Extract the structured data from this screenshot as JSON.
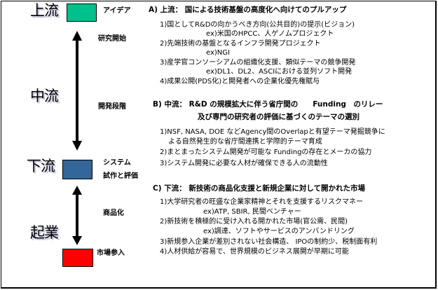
{
  "stages": {
    "upstream": "上流",
    "midstream": "中流",
    "downstream": "下流",
    "startup": "起業"
  },
  "flow_labels": {
    "idea": "アイデア",
    "research_start": "研究開始",
    "development_stage": "開発段階",
    "system": "システム",
    "prototype_eval": "試作と評価",
    "commercialization": "商品化",
    "market_entry": "市場参入"
  },
  "colors": {
    "idea": "#00c08c",
    "system": "#336699",
    "market": "#ff0000"
  },
  "section_a": {
    "heading": "A) 上流： 国による技術基盤の高度化へ向けてのプルアップ",
    "lines": [
      "1)国としてR&Dの向かうべき方向(公共目的)の提示(ビジョン)",
      "ex)米国のHPCC、人ゲノムプロジェクト",
      "2)先端技術の基盤となるインフラ開発プロジェクト",
      "ex)NGI",
      "3)産学官コンソーシアムの組織化支援、類似テーマの競争開発",
      "ex)DL1、DL2、ASCIにおける並列ソフト開発",
      "4)成果公開(PDS化)と開発者への企業化優先権賦与"
    ]
  },
  "section_b": {
    "heading_1": "B) 中流： R&D の規模拡大に伴う省庁間の　　Funding　のリレー",
    "heading_2": "及び専門の研究者の評価に基づくのテーマの選別",
    "lines": [
      "1)NSF, NASA, DOE などAgency間のOverlapと有望テーマ発掘競争に",
      "よる自然発生的な省庁間連携と学際的テーマ育成",
      "2)まとまったシステム開発が可能な Fundingの存在とメーカの協力",
      "3)システム開発に必要な人材が確保できる人の流動性"
    ]
  },
  "section_c": {
    "heading": "C) 下流： 新技術の商品化支援と新規企業に対して開かれた市場",
    "lines": [
      "1)大学研究者の旺盛な企業家精神とそれを支援するリスクマネー",
      "ex)ATP, SBIR, 民間ベンチャー",
      "2)新技術を積極的に受け入れる開かれた市場(官公需、民間)",
      "ex)調達、ソフトやサービスのアンバンドリング",
      "3)新規参入企業が差別されない社会構造、 IPOの制約少、税制面有利",
      "4)人材供給が容易で、世界規模のビジネス展開が早期に可能"
    ]
  }
}
